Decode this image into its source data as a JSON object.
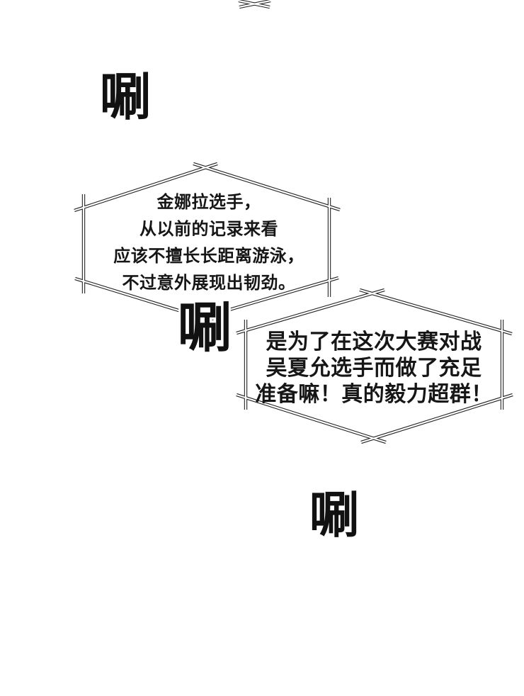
{
  "page": {
    "type": "webtoon-comic-panel",
    "background_color": "#ffffff",
    "line_color": "#242424",
    "line_core_color": "#ffffff",
    "text_color": "#161616"
  },
  "sfx": {
    "top": "唰",
    "middle": "唰",
    "bottom": "唰"
  },
  "bubble1": {
    "lines": [
      "金娜拉选手，",
      "从以前的记录来看",
      "应该不擅长长距离游泳，",
      "不过意外展现出韧劲。"
    ]
  },
  "bubble2": {
    "lines": [
      "是为了在这次大赛对战",
      "吴夏允选手而做了充足",
      "准备嘛！真的毅力超群！"
    ]
  }
}
